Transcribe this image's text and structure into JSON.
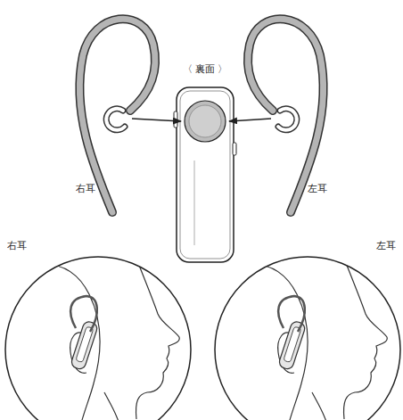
{
  "diagram": {
    "labels": [
      "〈 裏面 〉",
      "右耳",
      "左耳",
      "右耳",
      "左耳"
    ]
  }
}
